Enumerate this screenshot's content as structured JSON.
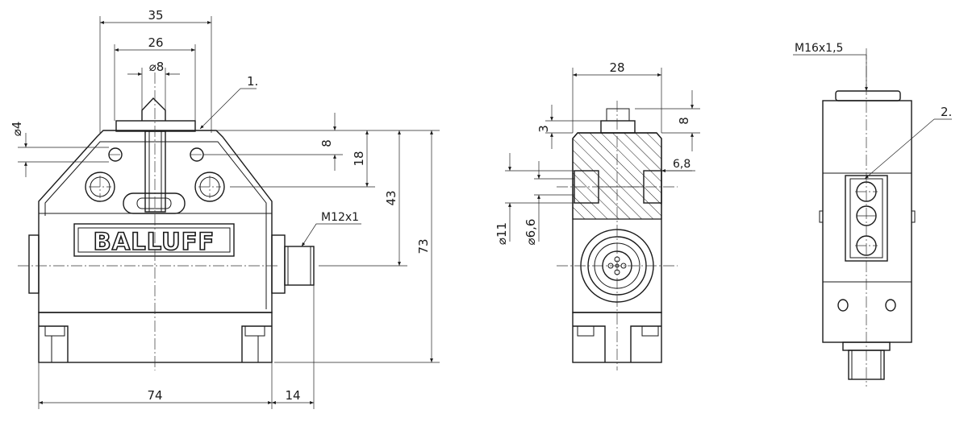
{
  "drawing": {
    "brand": "BALLUFF",
    "front_view": {
      "dim_width_outer": "35",
      "dim_width_inner": "26",
      "dim_plunger_dia": "⌀8",
      "dim_hole_dia": "⌀4",
      "dim_8": "8",
      "dim_18": "18",
      "dim_43": "43",
      "dim_73": "73",
      "dim_74": "74",
      "dim_14": "14",
      "connector_label": "M12x1",
      "callout_1": "1."
    },
    "side_view": {
      "dim_28": "28",
      "dim_3": "3",
      "dim_8": "8",
      "dim_6_8": "6,8",
      "dim_dia_11": "⌀11",
      "dim_dia_6_6": "⌀6,6"
    },
    "back_view": {
      "thread_label": "M16x1,5",
      "callout_2": "2."
    }
  }
}
